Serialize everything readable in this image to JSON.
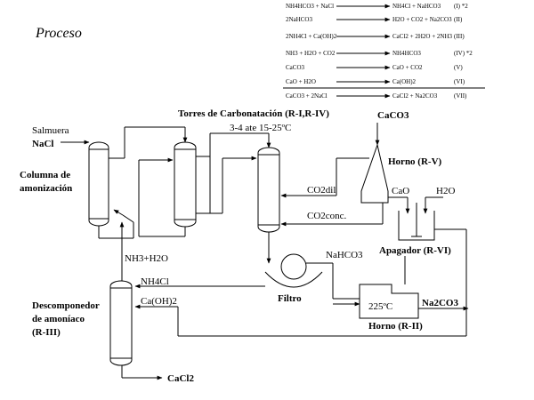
{
  "title": "Proceso",
  "reactions": [
    {
      "left": "NH4HCO3 + NaCl",
      "right": "NH4Cl + NaHCO3",
      "tag": "(I) *2"
    },
    {
      "left": "2NaHCO3",
      "right": "H2O + CO2 + Na2CO3",
      "tag": "(II)"
    },
    {
      "left": "2NH4Cl + Ca(OH)2",
      "right": "CaCl2 + 2H2O + 2NH3",
      "tag": "(III)"
    },
    {
      "left": "NH3 + H2O + CO2",
      "right": "NH4HCO3",
      "tag": "(IV) *2"
    },
    {
      "left": "CaCO3",
      "right": "CaO + CO2",
      "tag": "(V)"
    },
    {
      "left": "CaO + H2O",
      "right": "Ca(OH)2",
      "tag": "(VI)"
    },
    {
      "left": "CaCO3 + 2NaCl",
      "right": "CaCl2 + Na2CO3",
      "tag": "(VII)"
    }
  ],
  "labels": {
    "salmuera": "Salmuera",
    "nacl": "NaCl",
    "columna": "Columna de",
    "amonizacion": "amonización",
    "torres": "Torres de Carbonatación (R-I,R-IV)",
    "torres_cond": "3-4 ate 15-25ºC",
    "caco3": "CaCO3",
    "horno_rv": "Horno (R-V)",
    "co2dil": "CO2dil",
    "cao": "CaO",
    "h2o": "H2O",
    "co2conc": "CO2conc.",
    "apagador": "Apagador (R-VI)",
    "nahco3": "NaHCO3",
    "nh3h2o": "NH3+H2O",
    "filtro": "Filtro",
    "nh4cl": "NH4Cl",
    "caoh2": "Ca(OH)2",
    "temp": "225ºC",
    "na2co3": "Na2CO3",
    "horno_rii": "Horno (R-II)",
    "descomp1": "Descomponedor",
    "descomp2": "de amoníaco",
    "descomp3": "(R-III)",
    "cacl2": "CaCl2"
  }
}
